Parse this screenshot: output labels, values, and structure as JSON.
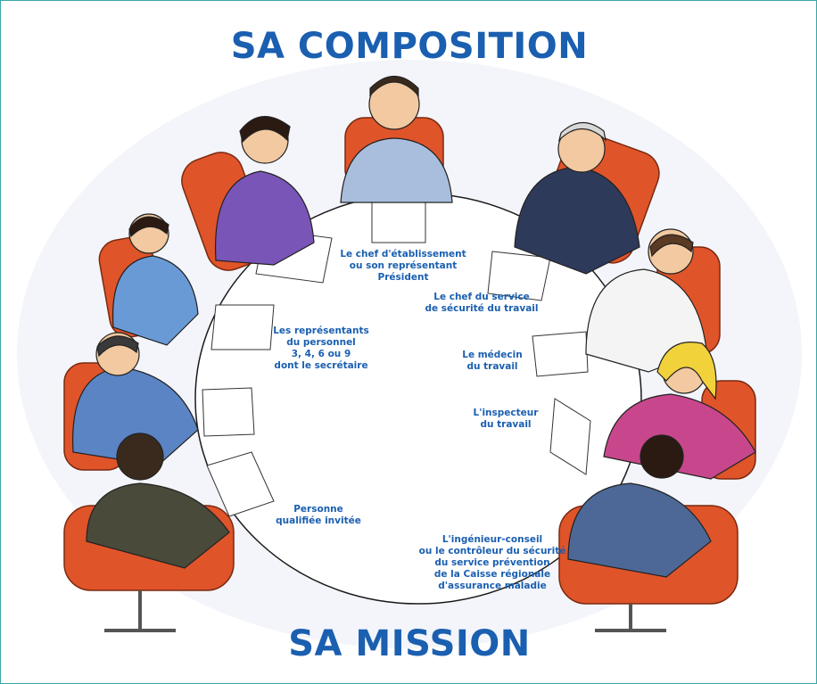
{
  "headings": {
    "top": "SA COMPOSITION",
    "bottom": "SA MISSION"
  },
  "labels": {
    "chef_etablissement": "Le chef d'établissement\nou son représentant\nPrésident",
    "chef_securite": "Le chef du service\nde sécurité du travail",
    "medecin": "Le médecin\ndu travail",
    "inspecteur": "L'inspecteur\ndu travail",
    "ingenieur": "L'ingénieur-conseil\nou le contrôleur du sécurité\ndu service prévention\nde la Caisse régionale\nd'assurance maladie",
    "representants": "Les représentants\ndu personnel\n3, 4, 6 ou 9\ndont le secrétaire",
    "personne_qualifiee": "Personne\nqualifiée invitée"
  },
  "colors": {
    "heading": "#1a5fb0",
    "chair": "#e0542a",
    "chair_dark": "#b83a18",
    "table": "#ffffff",
    "outline": "#1a1a1a"
  }
}
